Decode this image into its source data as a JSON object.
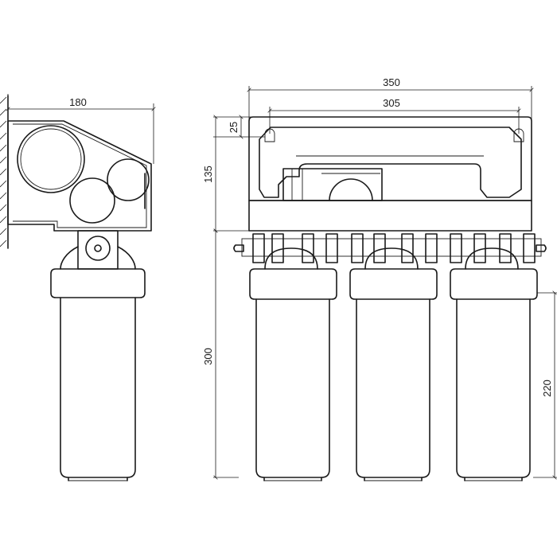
{
  "dimensions": {
    "side_width": "180",
    "overall_width": "350",
    "mount_hole_spacing": "305",
    "mount_offset": "25",
    "bracket_height": "135",
    "housing_height": "300",
    "cartridge_height": "220"
  }
}
